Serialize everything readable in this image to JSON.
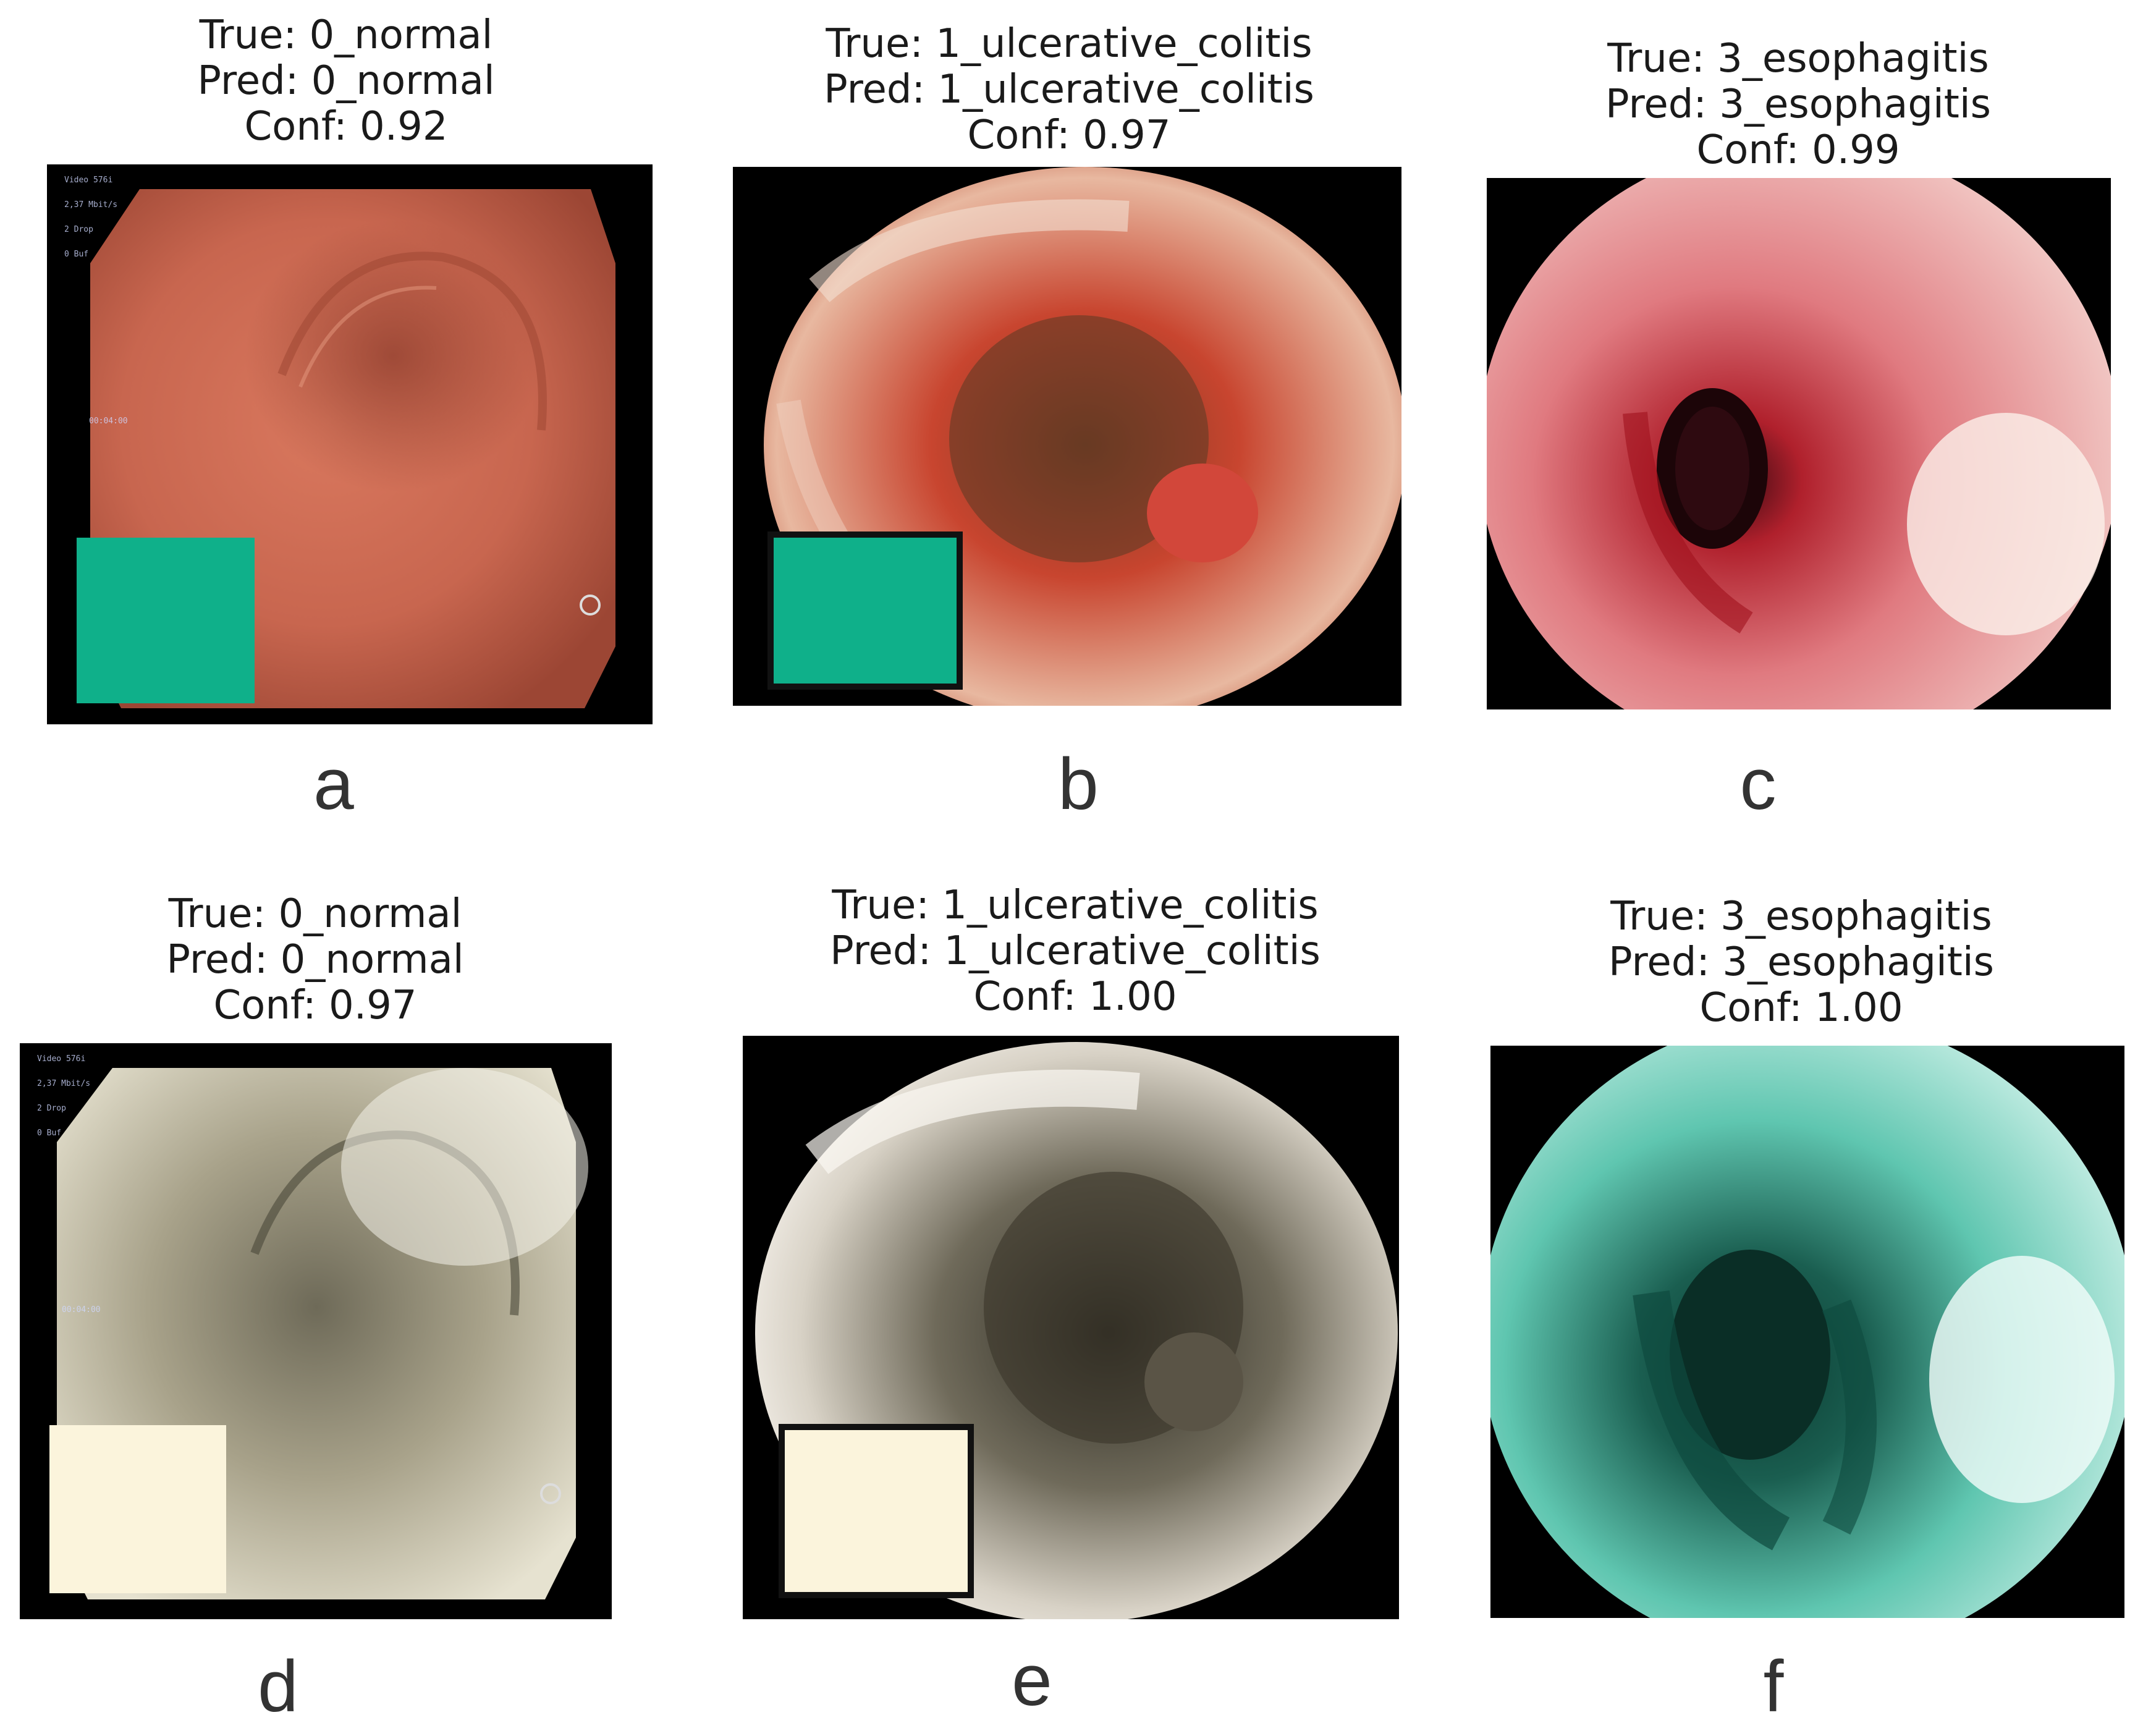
{
  "panels": [
    {
      "letter": "a",
      "true_label": "True: 0_normal",
      "pred_label": "Pred: 0_normal",
      "conf_label": "Conf: 0.92"
    },
    {
      "letter": "b",
      "true_label": "True: 1_ulcerative_colitis",
      "pred_label": "Pred: 1_ulcerative_colitis",
      "conf_label": "Conf: 0.97"
    },
    {
      "letter": "c",
      "true_label": "True: 3_esophagitis",
      "pred_label": "Pred: 3_esophagitis",
      "conf_label": "Conf: 0.99"
    },
    {
      "letter": "d",
      "true_label": "True: 0_normal",
      "pred_label": "Pred: 0_normal",
      "conf_label": "Conf: 0.97"
    },
    {
      "letter": "e",
      "true_label": "True: 1_ulcerative_colitis",
      "pred_label": "Pred: 1_ulcerative_colitis",
      "conf_label": "Conf: 1.00"
    },
    {
      "letter": "f",
      "true_label": "True: 3_esophagitis",
      "pred_label": "Pred: 3_esophagitis",
      "conf_label": "Conf: 1.00"
    }
  ],
  "overlay": {
    "lines": [
      "Video 576i",
      "2,37 Mbit/s",
      "2 Drop",
      "0 Buf"
    ],
    "timer": "00:04:00"
  },
  "colors": {
    "normal_tissue": "#c8664f",
    "colitis_tissue": "#c8452f",
    "esophagitis_tissue": "#e07a80",
    "enhanced_normal": "#a8a28a",
    "enhanced_colitis": "#6f6a5a",
    "enhanced_esophagitis": "#5fc6b0",
    "inset_green": "#0fb08a",
    "inset_cream": "#fbf4dc"
  }
}
